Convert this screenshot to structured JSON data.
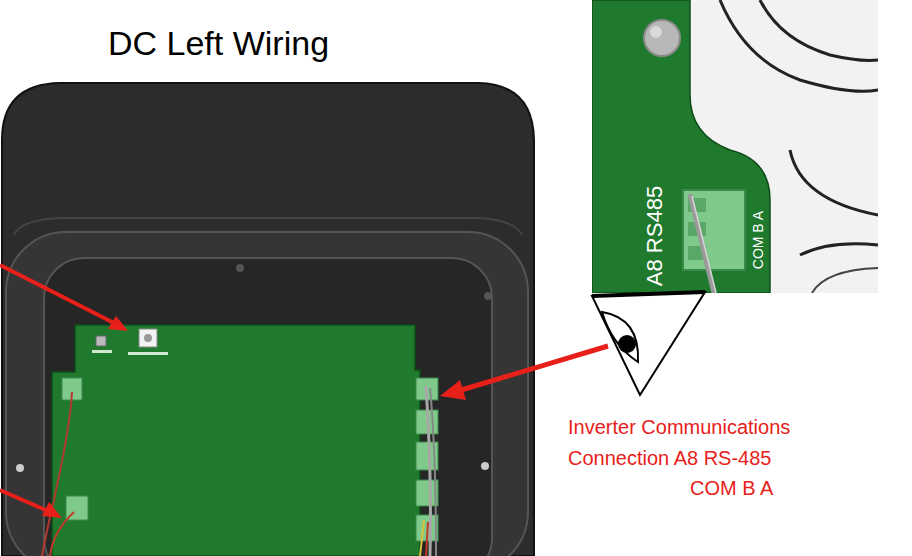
{
  "diagram": {
    "title": "DC Left Wiring",
    "labels": [
      "A8 RS485",
      "COM B A",
      "Inverter Communications",
      "Connection A8 RS-485",
      "COM B A"
    ]
  }
}
